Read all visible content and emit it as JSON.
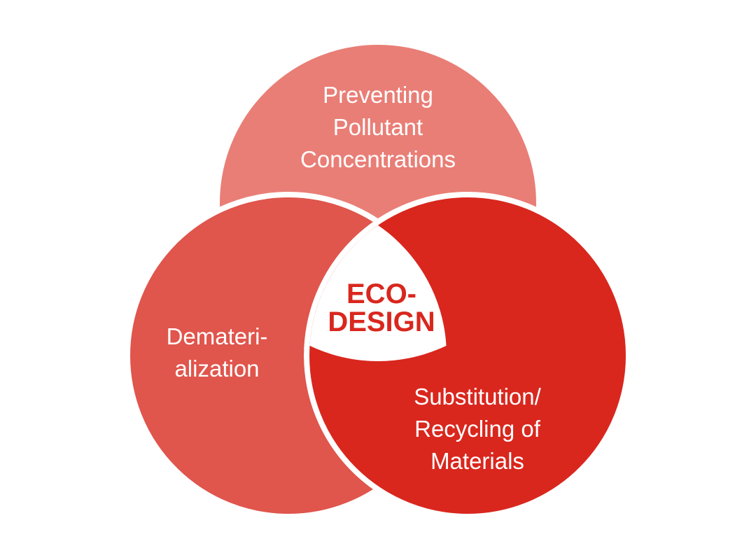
{
  "diagram": {
    "type": "venn-3",
    "center": {
      "line1": "ECO-",
      "line2": "DESIGN",
      "color": "#d9271e"
    },
    "circles": [
      {
        "id": "top",
        "lines": [
          "Preventing",
          "Pollutant",
          "Concentrations"
        ],
        "color": "#e97e76"
      },
      {
        "id": "left",
        "lines": [
          "Demateri-",
          "alization"
        ],
        "color": "#e0554c"
      },
      {
        "id": "right",
        "lines": [
          "Substitution/",
          "Recycling of",
          "Materials"
        ],
        "color": "#d9271e"
      }
    ],
    "background": "#ffffff"
  }
}
